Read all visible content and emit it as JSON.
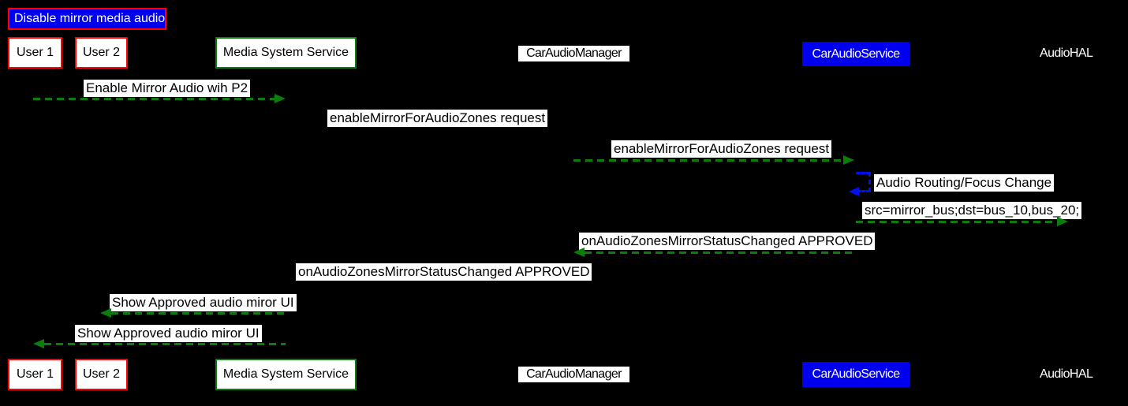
{
  "title": {
    "label": "Disable mirror media audio"
  },
  "participants": [
    {
      "id": "user1",
      "label": "User 1"
    },
    {
      "id": "user2",
      "label": "User 2"
    },
    {
      "id": "mss",
      "label": "Media System Service"
    },
    {
      "id": "cam",
      "label": "CarAudioManager"
    },
    {
      "id": "cas",
      "label": "CarAudioService"
    },
    {
      "id": "hal",
      "label": "AudioHAL"
    }
  ],
  "messages": [
    {
      "text": "Enable Mirror Audio wih P2",
      "from": "User 1",
      "to": "Media System Service",
      "direction": "right",
      "arrow": "green-dashed"
    },
    {
      "text": "enableMirrorForAudioZones request",
      "from": "Media System Service",
      "to": "CarAudioManager",
      "direction": "right",
      "arrow": "none-visible"
    },
    {
      "text": "enableMirrorForAudioZones request",
      "from": "CarAudioManager",
      "to": "CarAudioService",
      "direction": "right",
      "arrow": "green-dashed"
    },
    {
      "text": "Audio Routing/Focus Change",
      "from": "CarAudioService",
      "to": "CarAudioService",
      "direction": "self",
      "arrow": "blue-dashed"
    },
    {
      "text": "src=mirror_bus;dst=bus_10,bus_20;",
      "from": "CarAudioService",
      "to": "AudioHAL",
      "direction": "right",
      "arrow": "green-dashed"
    },
    {
      "text": "onAudioZonesMirrorStatusChanged APPROVED",
      "from": "CarAudioService",
      "to": "CarAudioManager",
      "direction": "left",
      "arrow": "green-dashed"
    },
    {
      "text": "onAudioZonesMirrorStatusChanged APPROVED",
      "from": "CarAudioManager",
      "to": "Media System Service",
      "direction": "left",
      "arrow": "none-visible"
    },
    {
      "text": "Show Approved audio miror UI",
      "from": "Media System Service",
      "to": "User 2",
      "direction": "left",
      "arrow": "green-dashed"
    },
    {
      "text": "Show Approved audio miror UI",
      "from": "Media System Service",
      "to": "User 1",
      "direction": "left",
      "arrow": "green-dashed"
    }
  ],
  "colors": {
    "background": "#000000",
    "arrow_green": "#0a7d0a",
    "loop_blue": "#0011ee",
    "red_border": "#ff0000",
    "blue_fill": "#0000ee",
    "green_border": "#107c10",
    "label_bg": "#ffffff",
    "label_text": "#000000"
  }
}
